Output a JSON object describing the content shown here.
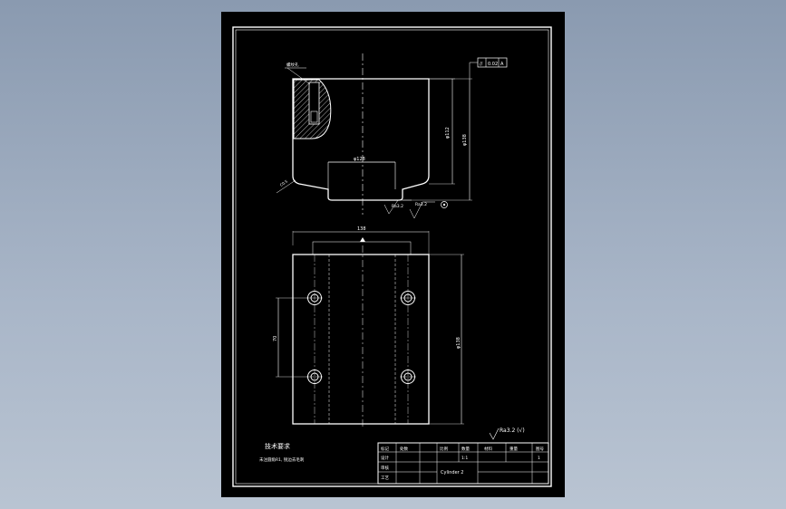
{
  "app": {
    "background_top": "#8a9ab0",
    "background_bottom": "#b9c4d2",
    "paper_color": "#000000",
    "line_color": "#ffffff"
  },
  "drawing": {
    "tolerance_frame": [
      "//",
      "0.02",
      "A"
    ],
    "top_view": {
      "dim_width_inner": "φ128",
      "dim_height_1": "φ112",
      "dim_height_2": "φ138",
      "roughness_1": "Ra3.2",
      "roughness_2": "Ra3.2",
      "section_label": "螺纹孔",
      "chamfer_label": "C0.5"
    },
    "bottom_view": {
      "dim_width": "138",
      "dim_height": "φ138",
      "dim_hole_spacing": "70"
    },
    "surface_finish_note": "Ra3.2 (√)",
    "technical_requirements": {
      "title": "技术要求",
      "text": "未注圆角R1, 锐边去毛刺"
    },
    "title_block": {
      "row1": [
        "标记",
        "处数",
        "比例",
        "数量",
        "材料",
        "重量",
        "图号"
      ],
      "row2": [
        "设计",
        "",
        "",
        "1:1",
        "",
        "",
        "1"
      ],
      "row3": [
        "审核",
        "",
        "",
        "",
        "",
        "",
        ""
      ],
      "row4": [
        "工艺",
        "",
        "",
        "",
        "",
        "",
        ""
      ],
      "part_name": "Cylinder 2"
    }
  }
}
